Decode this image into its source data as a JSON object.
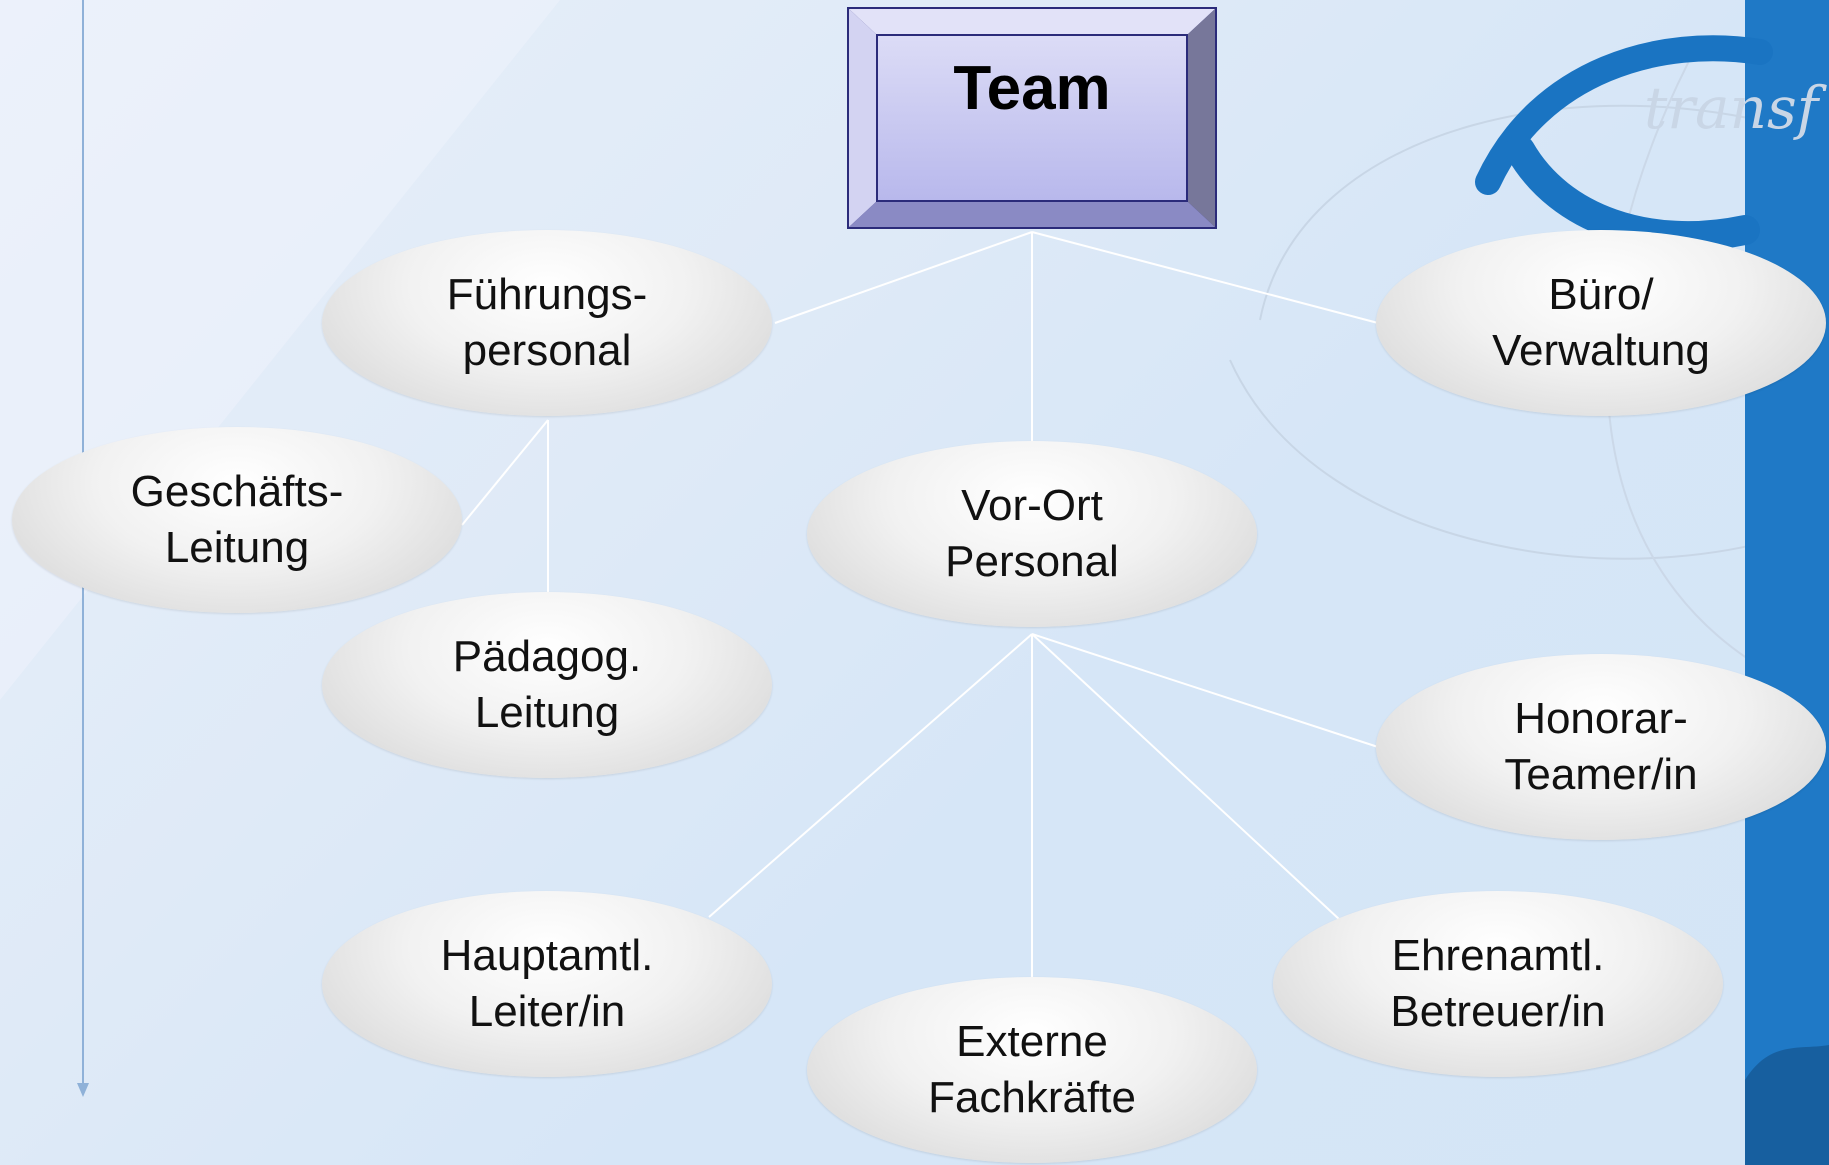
{
  "diagram": {
    "root": {
      "label": "Team"
    },
    "nodes": {
      "fuehrung": {
        "line1": "Führungs-",
        "line2": "personal"
      },
      "buero": {
        "line1": "Büro/",
        "line2": "Verwaltung"
      },
      "geschaefts": {
        "line1": "Geschäfts-",
        "line2": "Leitung"
      },
      "vorort": {
        "line1": "Vor-Ort",
        "line2": "Personal"
      },
      "paedagog": {
        "line1": "Pädagog.",
        "line2": "Leitung"
      },
      "honorar": {
        "line1": "Honorar-",
        "line2": "Teamer/in"
      },
      "hauptamtl": {
        "line1": "Hauptamtl.",
        "line2": "Leiter/in"
      },
      "ehrenamtl": {
        "line1": "Ehrenamtl.",
        "line2": "Betreuer/in"
      },
      "externe": {
        "line1": "Externe",
        "line2": "Fachkräfte"
      }
    }
  },
  "brand": {
    "text": "transf"
  },
  "colors": {
    "background": "#dce9f7",
    "connector": "#ffffff",
    "root_fill": "#c9c9ee",
    "root_border": "#2b2b7a",
    "brand_blue": "#1a74c2"
  }
}
